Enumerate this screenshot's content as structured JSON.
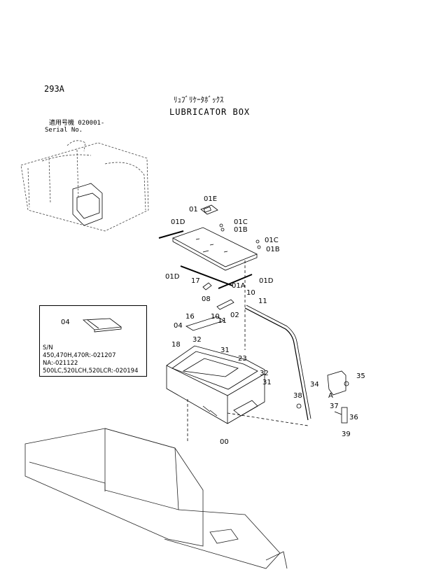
{
  "header": {
    "page_number": "293A",
    "title_jp": "ﾘｭﾌﾞﾘｹｰﾀﾎﾞｯｸｽ",
    "title_en": "LUBRICATOR BOX",
    "serial_jp": "適用号機  020001-",
    "serial_en": "Serial No."
  },
  "callouts": [
    {
      "id": "01E",
      "text": "01E"
    },
    {
      "id": "01",
      "text": "01"
    },
    {
      "id": "01D-a",
      "text": "01D"
    },
    {
      "id": "01C-a",
      "text": "01C"
    },
    {
      "id": "01B-a",
      "text": "01B"
    },
    {
      "id": "01C-b",
      "text": "01C"
    },
    {
      "id": "01B-b",
      "text": "01B"
    },
    {
      "id": "01D-b",
      "text": "01D"
    },
    {
      "id": "17",
      "text": "17"
    },
    {
      "id": "01D-c",
      "text": "01D"
    },
    {
      "id": "01A",
      "text": "01A"
    },
    {
      "id": "10-a",
      "text": "10"
    },
    {
      "id": "08",
      "text": "08"
    },
    {
      "id": "11-a",
      "text": "11"
    },
    {
      "id": "16",
      "text": "16"
    },
    {
      "id": "10-b",
      "text": "10"
    },
    {
      "id": "02",
      "text": "02"
    },
    {
      "id": "11-b",
      "text": "11"
    },
    {
      "id": "04",
      "text": "04"
    },
    {
      "id": "32-a",
      "text": "32"
    },
    {
      "id": "18",
      "text": "18"
    },
    {
      "id": "31-a",
      "text": "31"
    },
    {
      "id": "23",
      "text": "23"
    },
    {
      "id": "32-b",
      "text": "32"
    },
    {
      "id": "31-b",
      "text": "31"
    },
    {
      "id": "35",
      "text": "35"
    },
    {
      "id": "34",
      "text": "34"
    },
    {
      "id": "A",
      "text": "A"
    },
    {
      "id": "38",
      "text": "38"
    },
    {
      "id": "37",
      "text": "37"
    },
    {
      "id": "36",
      "text": "36"
    },
    {
      "id": "39",
      "text": "39"
    },
    {
      "id": "00",
      "text": "00"
    }
  ],
  "sn_box": {
    "callout": "04",
    "lines": [
      "S/N",
      "450,470H,470R:-021207",
      "NA:-021122",
      "500LC,520LCH,520LCR:-020194"
    ]
  }
}
